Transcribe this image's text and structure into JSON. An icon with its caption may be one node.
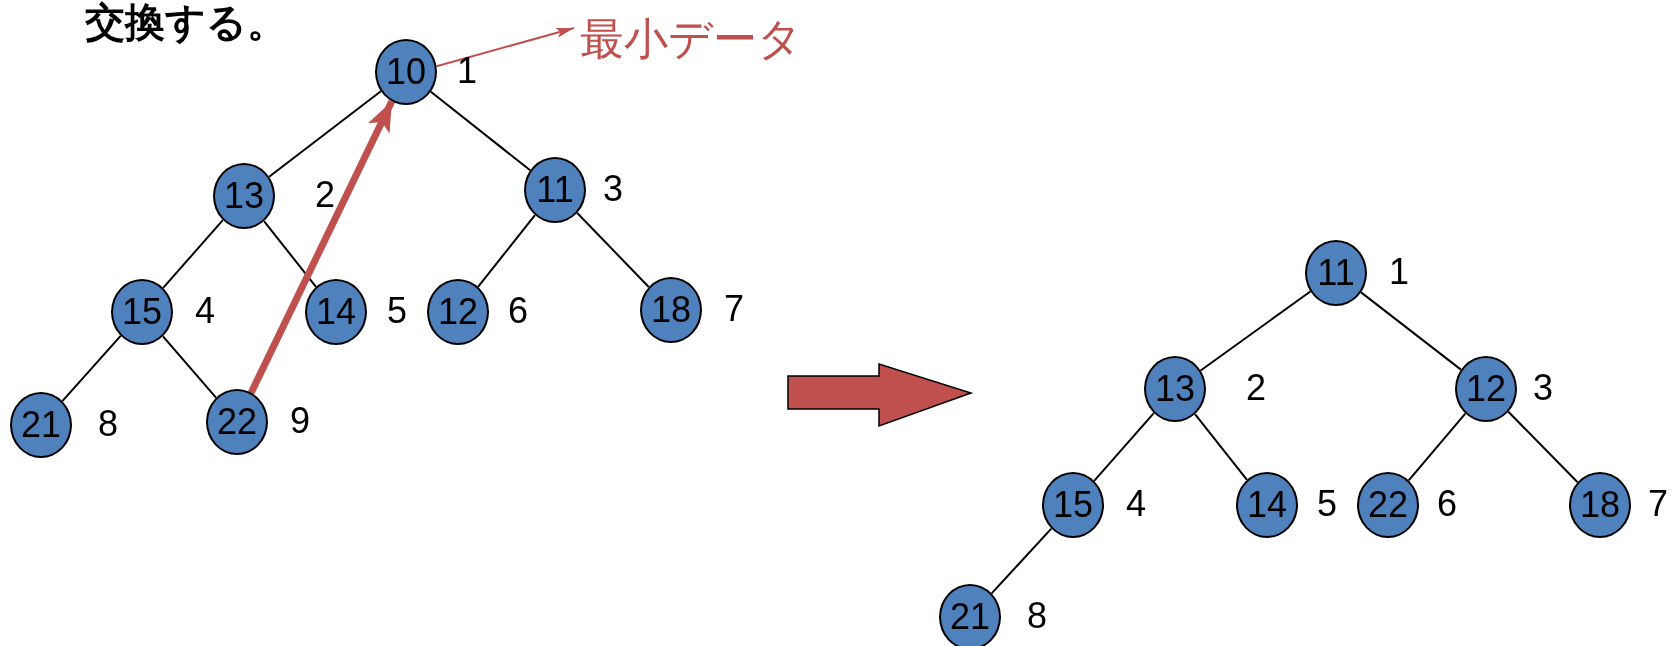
{
  "diagram": {
    "nodes": [
      {
        "text": [
          "10"
        ],
        "beside": [
          "1"
        ]
      },
      {
        "text": [
          "13"
        ],
        "beside": [
          "2"
        ]
      },
      {
        "text": [
          "11"
        ],
        "beside": [
          "3"
        ]
      },
      {
        "text": [
          "15"
        ],
        "beside": [
          "4"
        ]
      },
      {
        "text": [
          "14"
        ],
        "beside": [
          "5"
        ]
      },
      {
        "text": [
          "12"
        ],
        "beside": [
          "6"
        ]
      },
      {
        "text": [
          "18"
        ],
        "beside": [
          "7"
        ]
      },
      {
        "text": [
          "21"
        ],
        "beside": [
          "8"
        ]
      },
      {
        "text": [
          "22"
        ],
        "beside": [
          "9"
        ]
      },
      {
        "text": [
          "最小データ"
        ]
      },
      {
        "text": [
          "11"
        ],
        "beside": [
          "1"
        ]
      },
      {
        "text": [
          "13"
        ],
        "beside": [
          "2"
        ]
      },
      {
        "text": [
          "12"
        ],
        "beside": [
          "3"
        ]
      },
      {
        "text": [
          "15"
        ],
        "beside": [
          "4"
        ]
      },
      {
        "text": [
          "14"
        ],
        "beside": [
          "5"
        ]
      },
      {
        "text": [
          "22"
        ],
        "beside": [
          "6"
        ]
      },
      {
        "text": [
          "18"
        ],
        "beside": [
          "7"
        ]
      },
      {
        "text": [
          "21"
        ],
        "beside": [
          "8"
        ]
      }
    ],
    "edges": [
      {
        "from": 0,
        "to": 1,
        "arrow": "none"
      },
      {
        "from": 0,
        "to": 2,
        "arrow": "none"
      },
      {
        "from": 1,
        "to": 3,
        "arrow": "none"
      },
      {
        "from": 1,
        "to": 4,
        "arrow": "none"
      },
      {
        "from": 2,
        "to": 5,
        "arrow": "none"
      },
      {
        "from": 2,
        "to": 6,
        "arrow": "none"
      },
      {
        "from": 3,
        "to": 7,
        "arrow": "none"
      },
      {
        "from": 3,
        "to": 8,
        "arrow": "none"
      },
      {
        "from": 0,
        "to": 9,
        "arrow": "to",
        "color": "#c0504d"
      },
      {
        "from": 8,
        "to": 0,
        "arrow": "to",
        "style": "thick",
        "color": "#c0504d"
      },
      {
        "from": 10,
        "to": 11,
        "arrow": "none"
      },
      {
        "from": 10,
        "to": 12,
        "arrow": "none"
      },
      {
        "from": 11,
        "to": 13,
        "arrow": "none"
      },
      {
        "from": 11,
        "to": 14,
        "arrow": "none"
      },
      {
        "from": 12,
        "to": 15,
        "arrow": "none"
      },
      {
        "from": 12,
        "to": 16,
        "arrow": "none"
      },
      {
        "from": 13,
        "to": 17,
        "arrow": "none"
      }
    ],
    "labels": [
      "交換する。"
    ]
  }
}
